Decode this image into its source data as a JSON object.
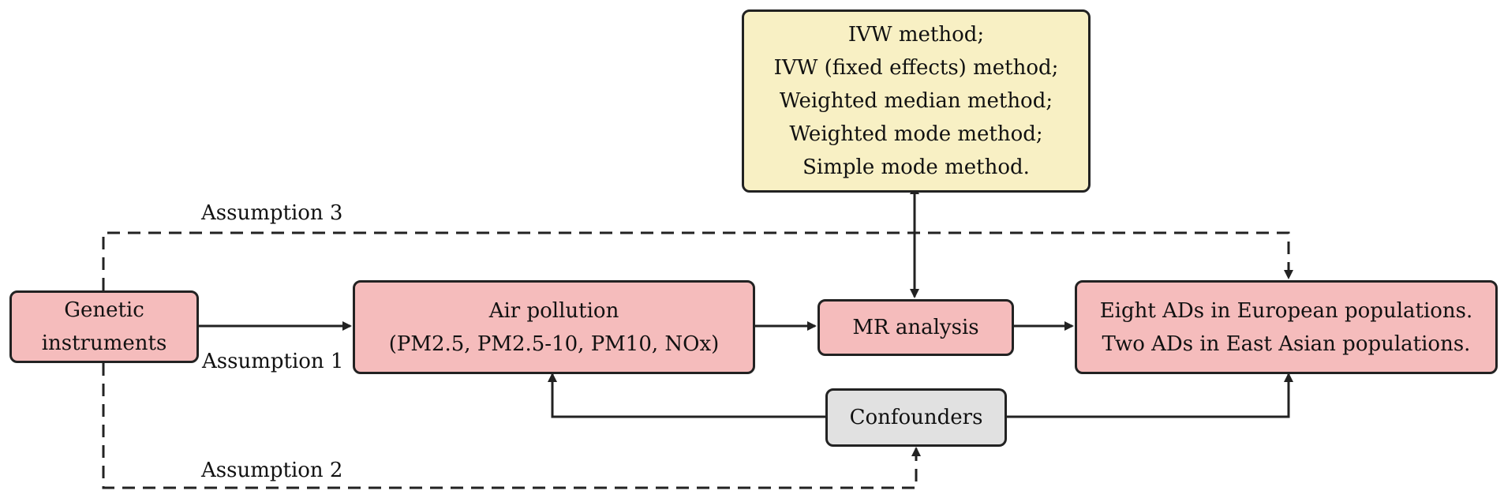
{
  "colors": {
    "node_fill": "#f5bcbc",
    "methods_fill": "#f8f0c4",
    "confounders_fill": "#e1e1e1",
    "line": "#222222"
  },
  "nodes": {
    "genetic_instruments": {
      "lines": [
        "Genetic",
        "instruments"
      ]
    },
    "air_pollution": {
      "lines": [
        "Air pollution",
        "(PM2.5, PM2.5-10, PM10, NOx)"
      ]
    },
    "mr_analysis": {
      "lines": [
        "MR analysis"
      ]
    },
    "outcomes": {
      "lines": [
        "Eight ADs in European populations.",
        "Two ADs in East Asian populations."
      ]
    },
    "methods": {
      "lines": [
        "IVW method;",
        "IVW (fixed effects) method;",
        "Weighted median method;",
        "Weighted mode method;",
        "Simple mode method."
      ]
    },
    "confounders": {
      "lines": [
        "Confounders"
      ]
    }
  },
  "edge_labels": {
    "assumption_1": "Assumption 1",
    "assumption_2": "Assumption 2",
    "assumption_3": "Assumption 3"
  }
}
